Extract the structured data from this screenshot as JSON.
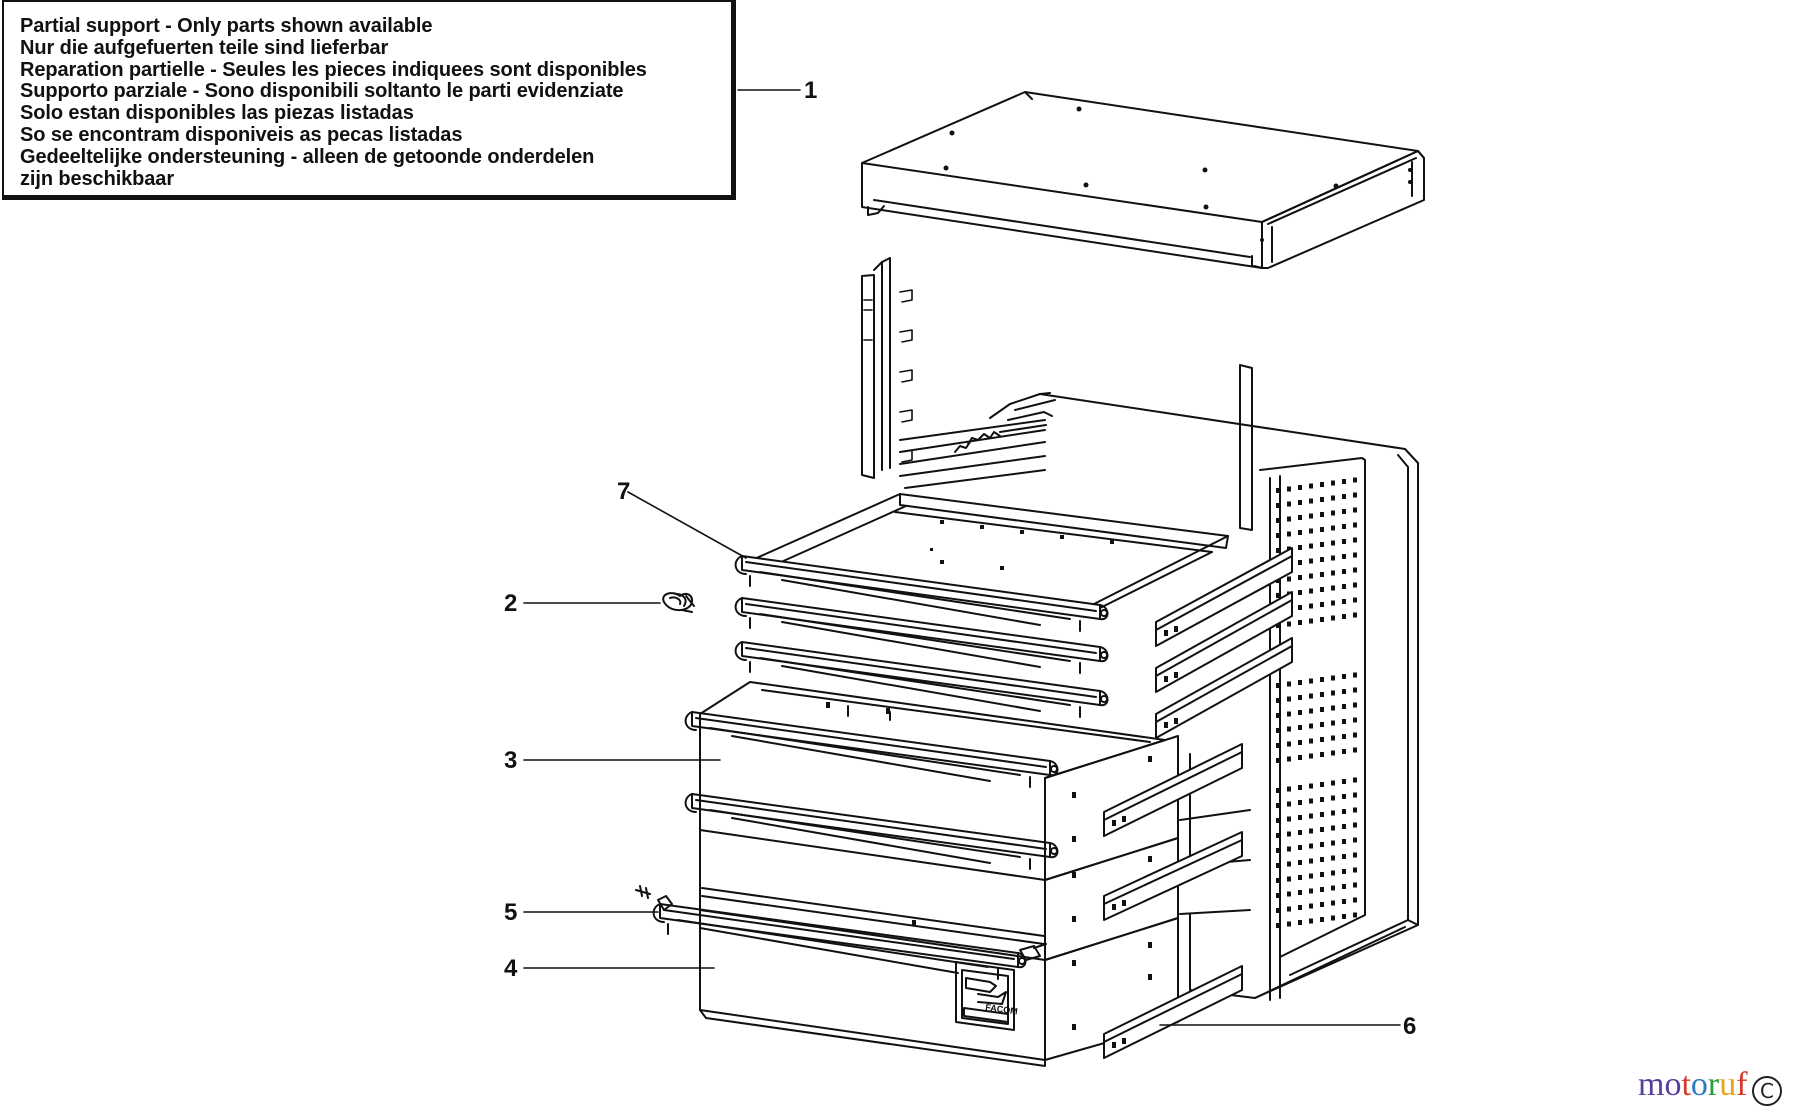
{
  "notice": {
    "lines": [
      "Partial support - Only parts shown available",
      "Nur die aufgefuerten teile sind lieferbar",
      "Reparation partielle - Seules les pieces indiquees sont disponibles",
      "Supporto parziale - Sono disponibili soltanto le parti evidenziate",
      "Solo estan disponibles las piezas listadas",
      "So se encontram disponiveis as pecas listadas",
      "Gedeeltelijke ondersteuning - alleen de getoonde onderdelen",
      "zijn beschikbaar"
    ]
  },
  "callouts": {
    "c1": "1",
    "c2": "2",
    "c3": "3",
    "c4": "4",
    "c5": "5",
    "c6": "6",
    "c7": "7"
  },
  "brand": {
    "drawer_badge": "FACOM"
  },
  "watermark": {
    "letters": [
      "m",
      "o",
      "t",
      "o",
      "r",
      "u",
      "f"
    ],
    "colors": [
      "#5a3e9e",
      "#5a3e9e",
      "#d23a2a",
      "#2e7bc4",
      "#2e9a3e",
      "#e8a21c",
      "#d23a2a"
    ],
    "copyright": "C"
  }
}
